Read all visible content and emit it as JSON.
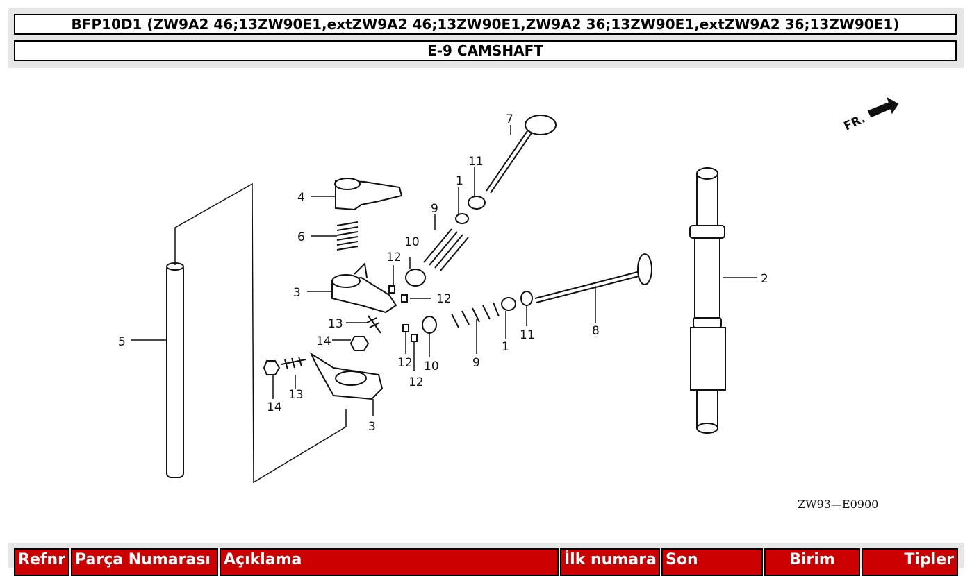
{
  "header": {
    "title": "BFP10D1 (ZW9A2 46;13ZW90E1,extZW9A2 46;13ZW90E1,ZW9A2 36;13ZW90E1,extZW9A2 36;13ZW90E1)",
    "section": "E-9 CAMSHAFT"
  },
  "diagram": {
    "code": "ZW93—E0900",
    "front_marker": "FR.",
    "callouts": [
      "1",
      "1",
      "2",
      "3",
      "3",
      "4",
      "5",
      "6",
      "7",
      "8",
      "9",
      "9",
      "10",
      "10",
      "11",
      "11",
      "12",
      "12",
      "12",
      "12",
      "13",
      "13",
      "14",
      "14"
    ]
  },
  "table": {
    "headers": [
      "Refnr",
      "Parça Numarası",
      "Açıklama",
      "İlk numara",
      "Son",
      "Birim",
      "Tipler"
    ]
  },
  "colors": {
    "header_bg": "#cc0000",
    "panel_bg": "#e6e6e6"
  }
}
